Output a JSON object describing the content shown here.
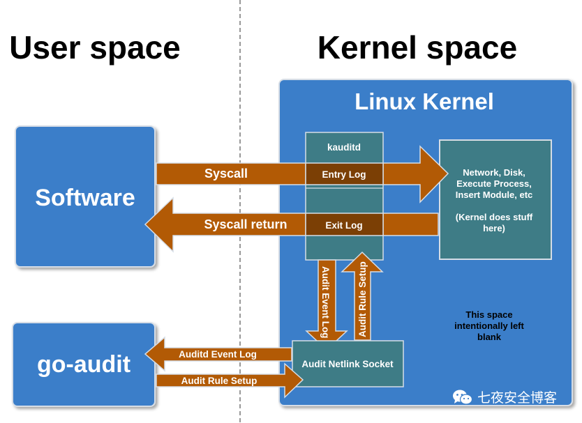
{
  "headings": {
    "user_space": "User space",
    "kernel_space": "Kernel space"
  },
  "kernel": {
    "title": "Linux Kernel"
  },
  "boxes": {
    "software": "Software",
    "go_audit": "go-audit",
    "kauditd": "kauditd",
    "entry_log": "Entry Log",
    "exit_log": "Exit Log",
    "audit_netlink_socket": "Audit Netlink Socket"
  },
  "kernel_work": {
    "line1": "Network, Disk,",
    "line2": "Execute Process,",
    "line3": "Insert Module, etc",
    "line4": "(Kernel does stuff",
    "line5": "here)"
  },
  "arrows": {
    "syscall": "Syscall",
    "syscall_return": "Syscall return",
    "audit_event_log": "Audit Event Log",
    "audit_rule_setup_vertical": "Audit Rule Setup",
    "auditd_event_log": "Auditd Event Log",
    "audit_rule_setup": "Audit Rule Setup"
  },
  "blank_note": {
    "line1": "This space",
    "line2": "intentionally left",
    "line3": "blank"
  },
  "watermark": {
    "icon": "wechat-icon",
    "text": "七夜安全博客"
  },
  "colors": {
    "box_blue": "#3a7ec9",
    "box_teal": "#3e7c86",
    "log_brown": "#7b3f05",
    "arrow_orange": "#b25a05",
    "box_border": "#d6dde6"
  }
}
